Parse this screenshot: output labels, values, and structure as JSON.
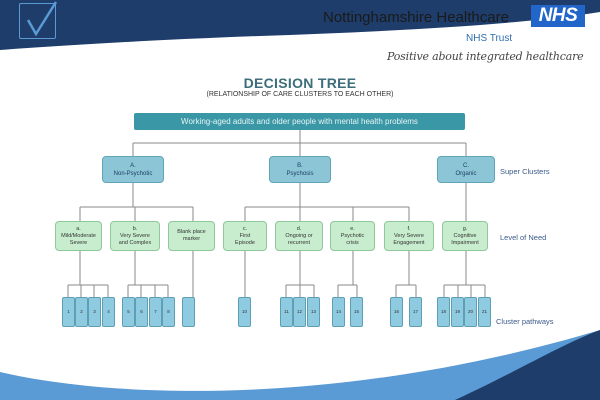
{
  "header": {
    "org_name": "Nottinghamshire Healthcare",
    "nhs_badge": "NHS",
    "trust": "NHS Trust",
    "tagline": "Positive about integrated healthcare",
    "logo_icon": "checkbox-tick-icon"
  },
  "colors": {
    "header_navy": "#1e3d6b",
    "wave_light_blue": "#5b9bd5",
    "root_teal": "#3a97a6",
    "super_cluster_blue": "#8cc6d6",
    "need_green": "#c8edce",
    "pathway_blue": "#8ecbe0",
    "title_teal": "#3b6e7a"
  },
  "diagram": {
    "title": "DECISION TREE",
    "subtitle": "(RELATIONSHIP OF CARE CLUSTERS TO EACH OTHER)",
    "root": "Working-aged adults and older people with mental health problems",
    "row_labels": {
      "super": "Super Clusters",
      "need": "Level of Need",
      "pathways": "Cluster pathways"
    },
    "super_clusters": [
      {
        "letter": "A.",
        "name": "Non-Psychotic"
      },
      {
        "letter": "B.",
        "name": "Psychosis"
      },
      {
        "letter": "C.",
        "name": "Organic"
      }
    ],
    "needs": [
      {
        "letter": "a.",
        "name": "Mild/Moderate",
        "name2": "Severe"
      },
      {
        "letter": "b.",
        "name": "Very Severe",
        "name2": "and Complex"
      },
      {
        "letter": "",
        "name": "Blank place",
        "name2": "marker"
      },
      {
        "letter": "c.",
        "name": "First",
        "name2": "Episode"
      },
      {
        "letter": "d.",
        "name": "Ongoing or",
        "name2": "recurrent"
      },
      {
        "letter": "e.",
        "name": "Psychotic",
        "name2": "crisis"
      },
      {
        "letter": "f.",
        "name": "Very Severe",
        "name2": "Engagement"
      },
      {
        "letter": "g.",
        "name": "Cognitive",
        "name2": "Impairment"
      }
    ],
    "pathways": [
      "1",
      "2",
      "3",
      "4",
      "5",
      "6",
      "7",
      "8",
      "",
      "10",
      "11",
      "12",
      "13",
      "14",
      "15",
      "16",
      "17",
      "18",
      "19",
      "20",
      "21"
    ]
  }
}
